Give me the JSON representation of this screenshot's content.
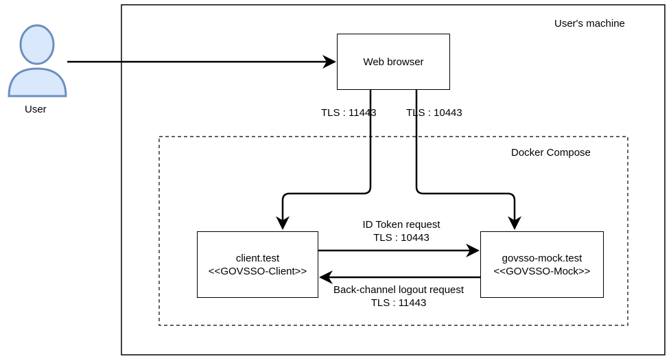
{
  "user": {
    "label": "User"
  },
  "machine": {
    "label": "User's machine"
  },
  "browser": {
    "label": "Web browser"
  },
  "compose": {
    "label": "Docker Compose"
  },
  "client": {
    "line1": "client.test",
    "line2": "<<GOVSSO-Client>>"
  },
  "mock": {
    "line1": "govsso-mock.test",
    "line2": "<<GOVSSO-Mock>>"
  },
  "edges": {
    "browser_to_client": "TLS : 11443",
    "browser_to_mock": "TLS : 10443",
    "id_token_title": "ID Token request",
    "id_token_tls": "TLS : 10443",
    "logout_title": "Back-channel logout request",
    "logout_tls": "TLS : 11443"
  },
  "colors": {
    "user_fill": "#dae8fc",
    "user_stroke": "#6c8ebf",
    "line": "#000000"
  }
}
